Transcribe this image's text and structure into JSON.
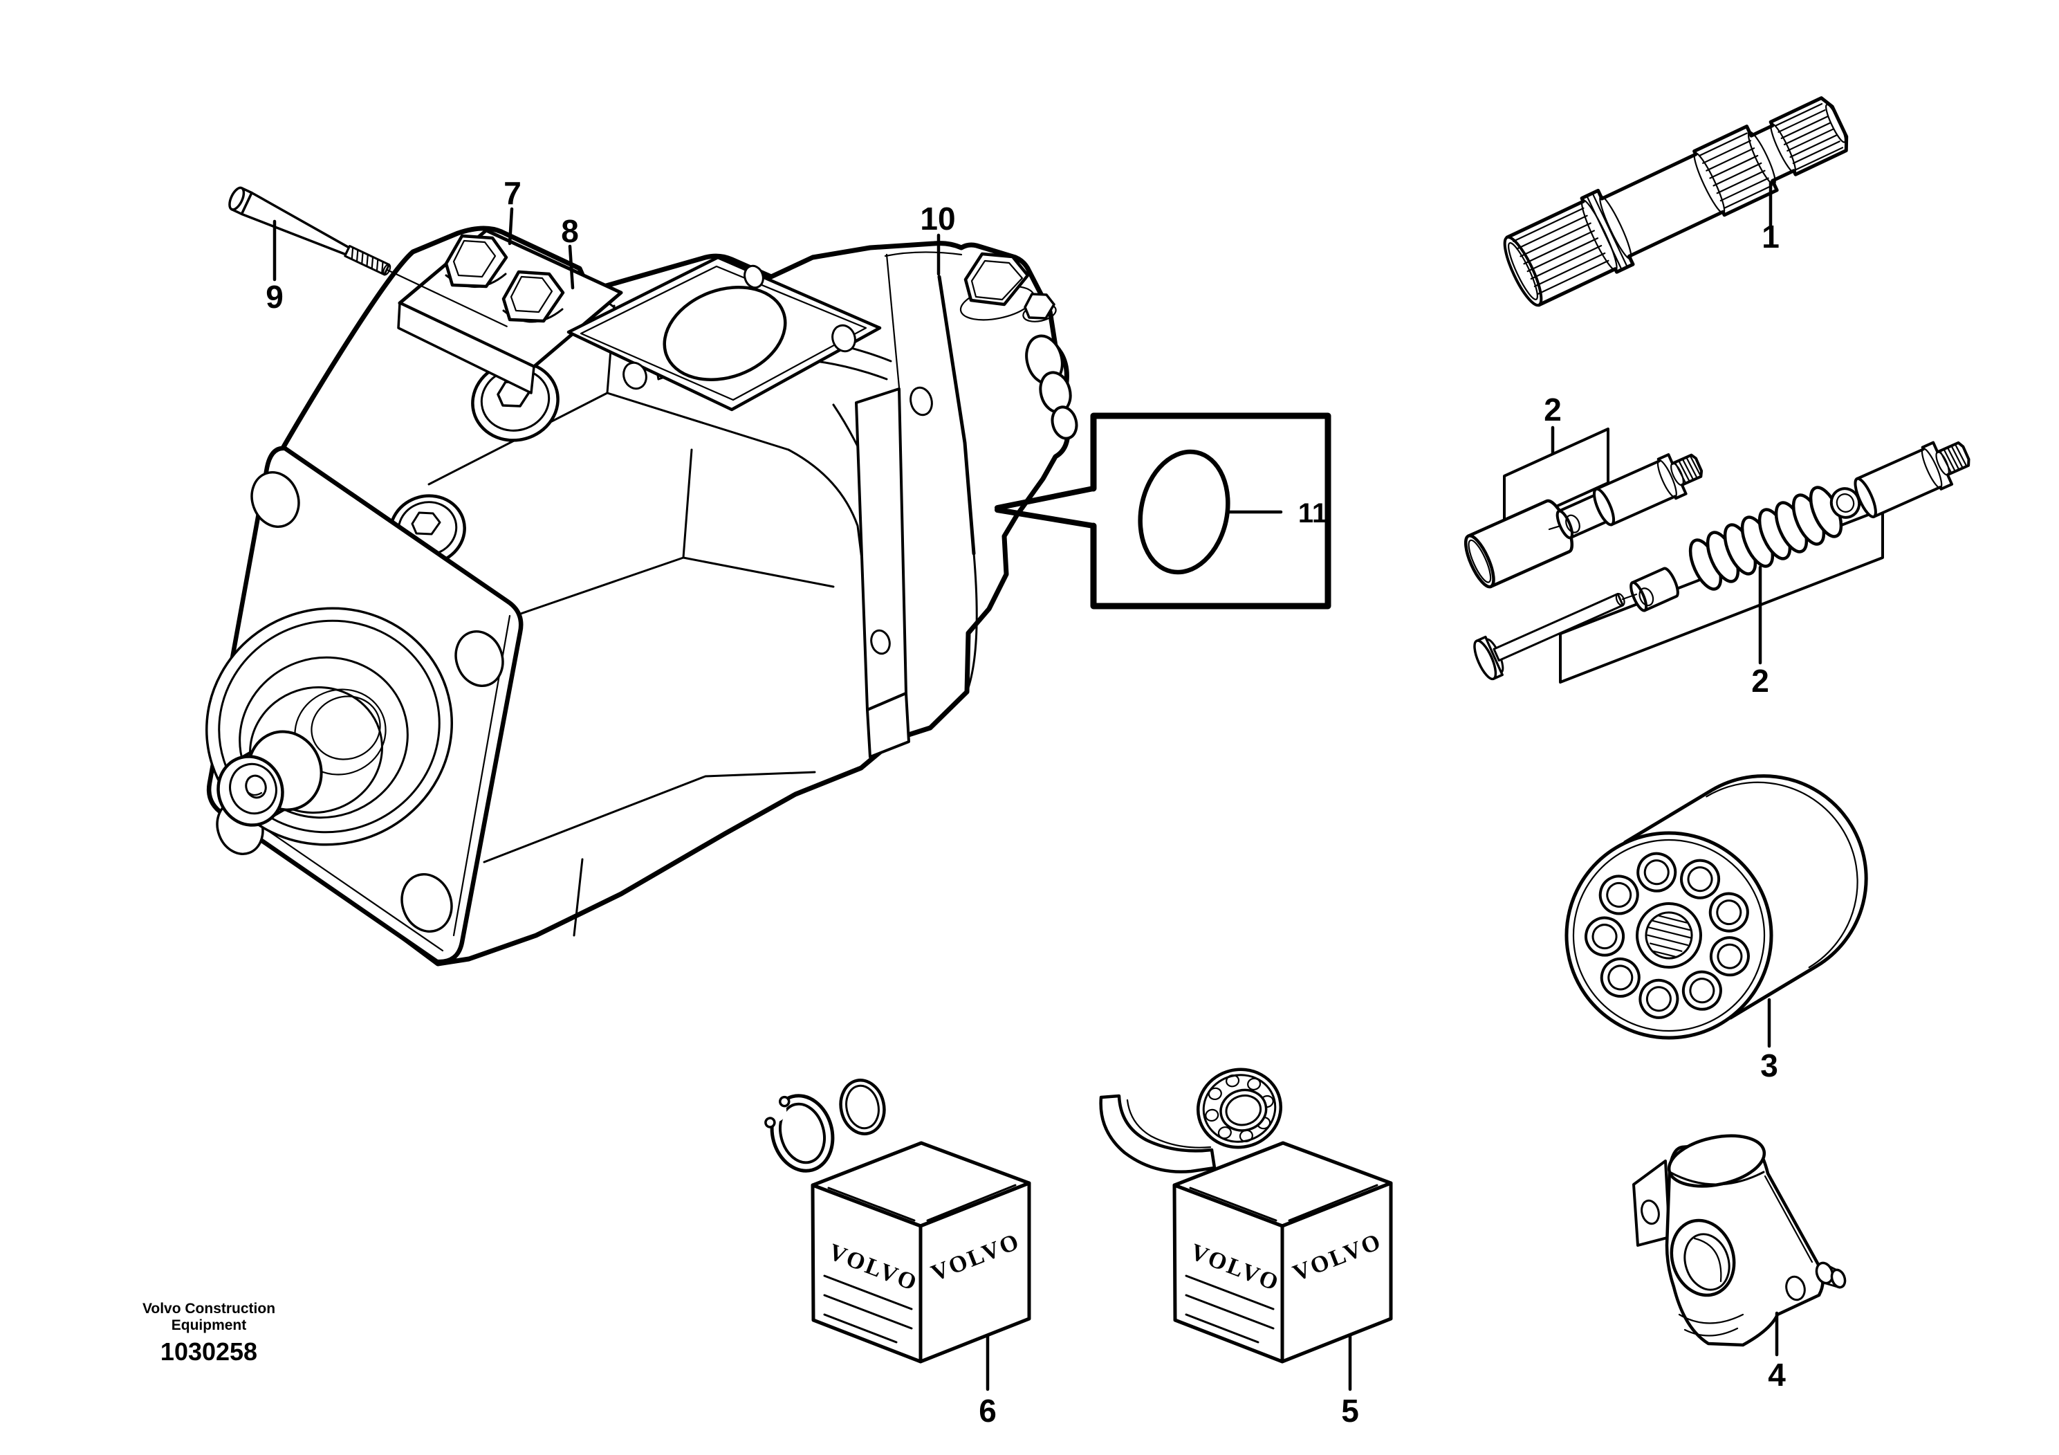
{
  "figure": {
    "background": "#ffffff",
    "line_color": "#000000",
    "brand": "VOLVO",
    "callouts": {
      "shaft": "1",
      "valve_group_upper": "2",
      "valve_group_lower": "2",
      "cylinder_block": "3",
      "swash_plate": "4",
      "seal_kit_right": "5",
      "seal_kit_left": "6",
      "pump_housing": "7",
      "housing_edge": "8",
      "bolt": "9",
      "end_section": "10",
      "o_ring": "11"
    },
    "footer": {
      "company_line1": "Volvo Construction",
      "company_line2": "Equipment",
      "figure_number": "1030258"
    }
  }
}
